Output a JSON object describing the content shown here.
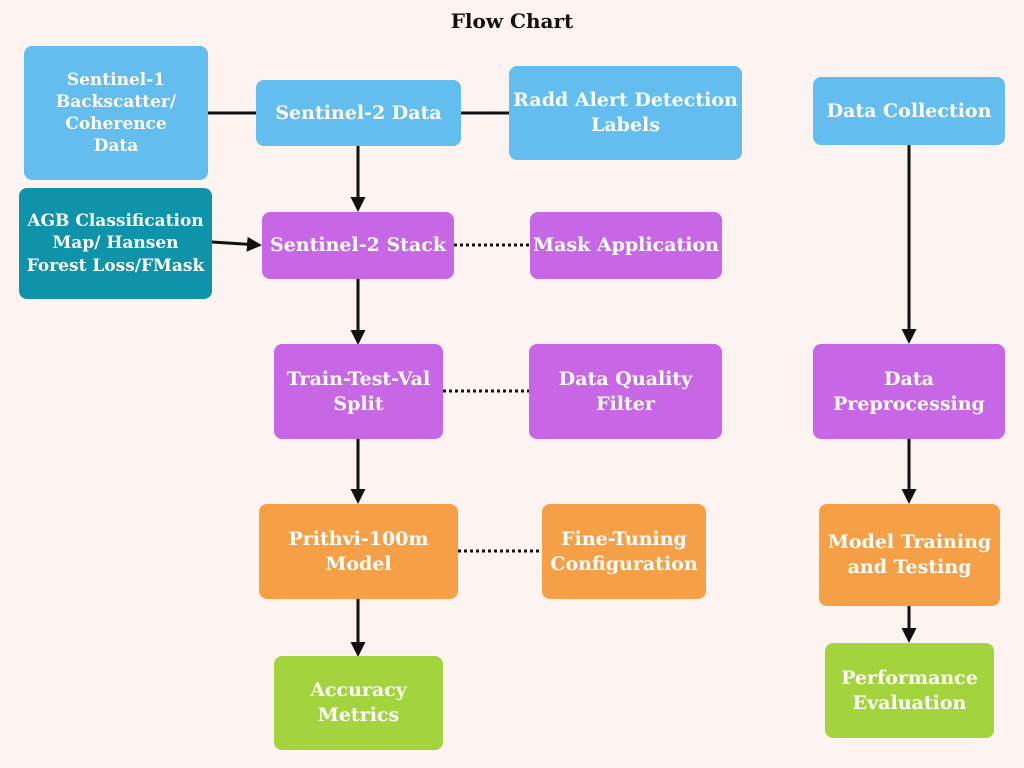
{
  "title": "Flow Chart",
  "colors": {
    "input": "#63bdee",
    "secondary_input": "#0e93aa",
    "preprocess": "#c867e6",
    "model": "#f5a047",
    "evaluation": "#a4d43d",
    "connector": "#111111",
    "background": "#fdf4f2"
  },
  "nodes": {
    "sentinel1": "Sentinel-1\nBackscatter/\nCoherence\nData",
    "sentinel2_data": "Sentinel-2 Data",
    "radd_alert": "Radd Alert Detection\nLabels",
    "agb_map": "AGB Classification\nMap/ Hansen\nForest Loss/FMask",
    "sentinel2_stack": "Sentinel-2 Stack",
    "mask_application": "Mask Application",
    "train_test_val": "Train-Test-Val\nSplit",
    "data_quality": "Data Quality\nFilter",
    "prithvi": "Prithvi-100m\nModel",
    "fine_tuning": "Fine-Tuning\nConfiguration",
    "accuracy": "Accuracy\nMetrics",
    "data_collection": "Data Collection",
    "data_preprocessing": "Data\nPreprocessing",
    "model_training": "Model Training\nand Testing",
    "performance": "Performance\nEvaluation"
  }
}
